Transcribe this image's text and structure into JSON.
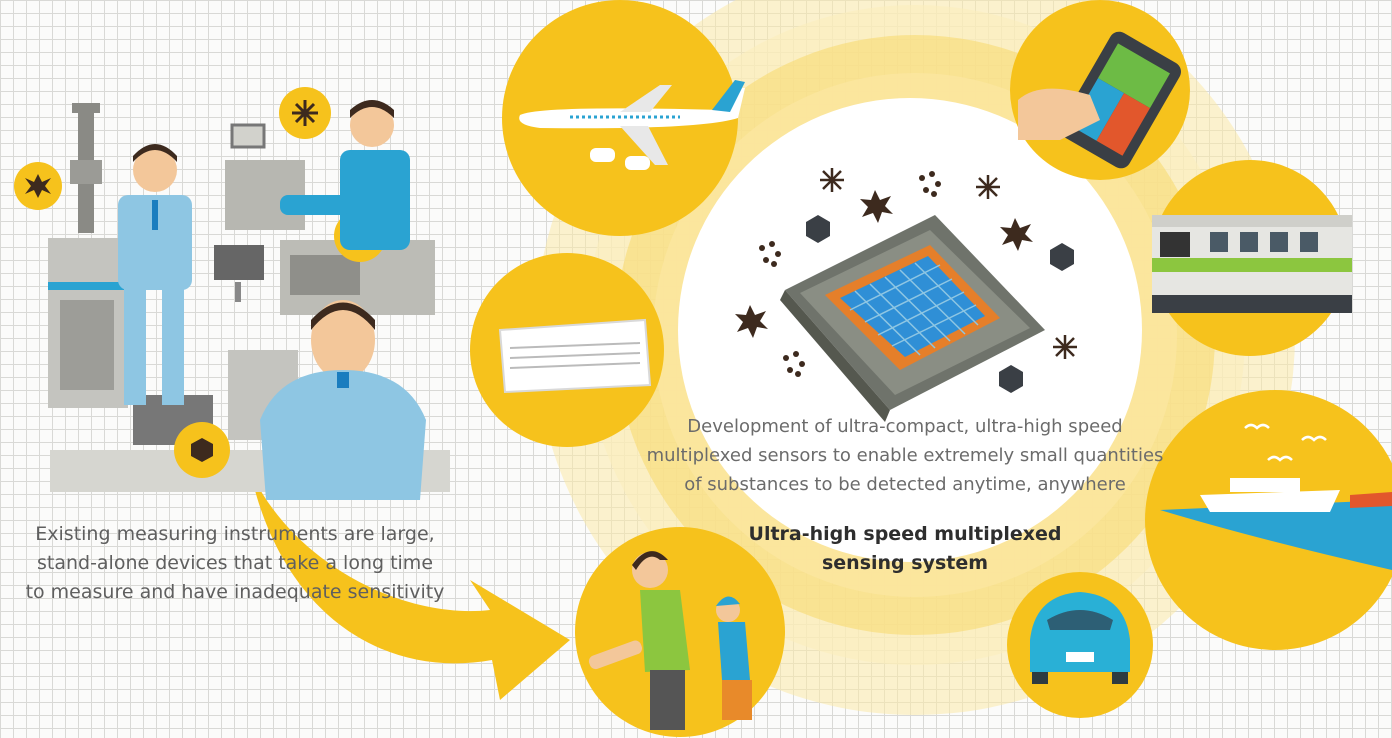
{
  "left_caption": {
    "line1": "Existing measuring instruments are large,",
    "line2": "stand-alone devices that take a long time",
    "line3": "to measure and have inadequate sensitivity"
  },
  "center": {
    "description_line1": "Development of ultra-compact, ultra-high speed",
    "description_line2": "multiplexed sensors to enable extremely small quantities",
    "description_line3": "of substances to be detected anytime, anywhere",
    "title_line1": "Ultra-high speed multiplexed",
    "title_line2": "sensing system"
  },
  "applications": [
    "airplane-icon",
    "tablet-icon",
    "train-icon",
    "air-conditioner-icon",
    "ship-icon",
    "car-icon",
    "runners-icon"
  ],
  "colors": {
    "yellow": "#f6c21c",
    "light_yellow": "#fbe9a8",
    "sensor_blue": "#2f8fd6",
    "chip_gray": "#7d8178",
    "dark_particle": "#3d2a1e",
    "shirt_blue": "#8ec6e3"
  }
}
